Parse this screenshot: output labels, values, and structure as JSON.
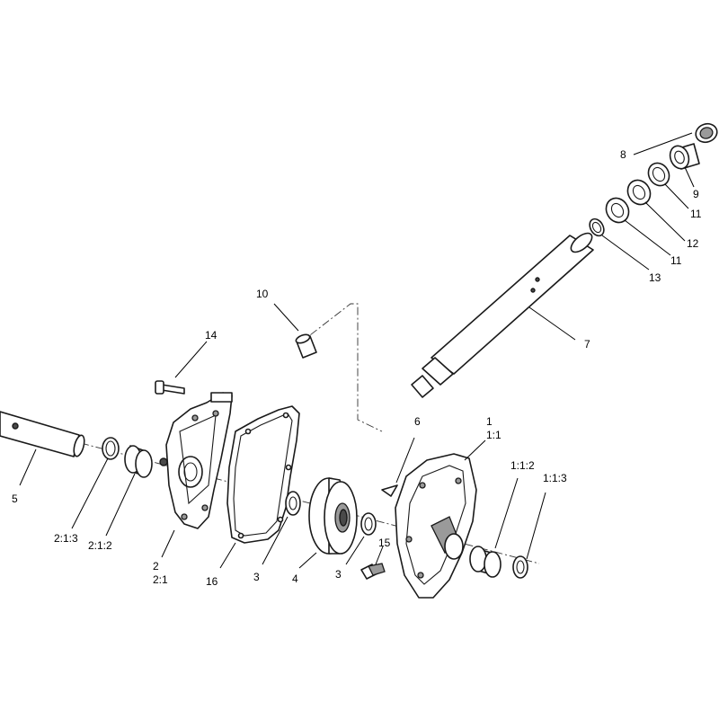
{
  "callouts": [
    {
      "id": "c1",
      "text": "1"
    },
    {
      "id": "c1_1",
      "text": "1:1"
    },
    {
      "id": "c1_1_2",
      "text": "1:1:2"
    },
    {
      "id": "c1_1_3",
      "text": "1:1:3"
    },
    {
      "id": "c2",
      "text": "2"
    },
    {
      "id": "c2_1",
      "text": "2:1"
    },
    {
      "id": "c2_1_2",
      "text": "2:1:2"
    },
    {
      "id": "c2_1_3",
      "text": "2:1:3"
    },
    {
      "id": "c3a",
      "text": "3"
    },
    {
      "id": "c3b",
      "text": "3"
    },
    {
      "id": "c4",
      "text": "4"
    },
    {
      "id": "c5",
      "text": "5"
    },
    {
      "id": "c6",
      "text": "6"
    },
    {
      "id": "c7",
      "text": "7"
    },
    {
      "id": "c8",
      "text": "8"
    },
    {
      "id": "c9",
      "text": "9"
    },
    {
      "id": "c10",
      "text": "10"
    },
    {
      "id": "c11a",
      "text": "11"
    },
    {
      "id": "c11b",
      "text": "11"
    },
    {
      "id": "c12",
      "text": "12"
    },
    {
      "id": "c13",
      "text": "13"
    },
    {
      "id": "c14",
      "text": "14"
    },
    {
      "id": "c15",
      "text": "15"
    },
    {
      "id": "c16",
      "text": "16"
    }
  ]
}
